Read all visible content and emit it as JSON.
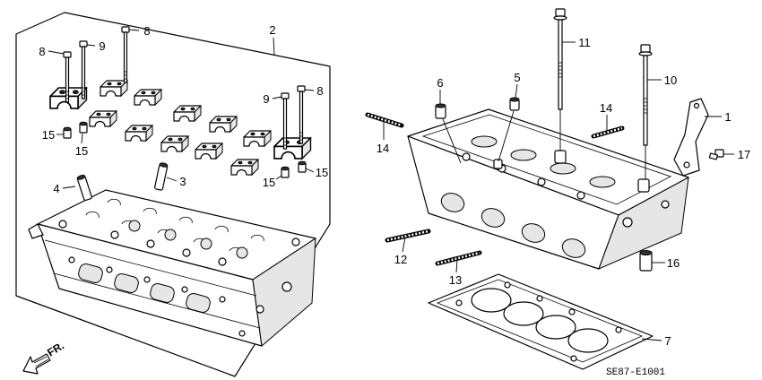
{
  "callouts": {
    "p1": "1",
    "p2": "2",
    "p3": "3",
    "p4": "4",
    "p5": "5",
    "p6": "6",
    "p7": "7",
    "p8": "8",
    "p9": "9",
    "p10": "10",
    "p11": "11",
    "p12": "12",
    "p13": "13",
    "p14": "14",
    "p15": "15",
    "p16": "16",
    "p17": "17"
  },
  "direction_label": "FR.",
  "diagram_code": "SE87-E1001"
}
